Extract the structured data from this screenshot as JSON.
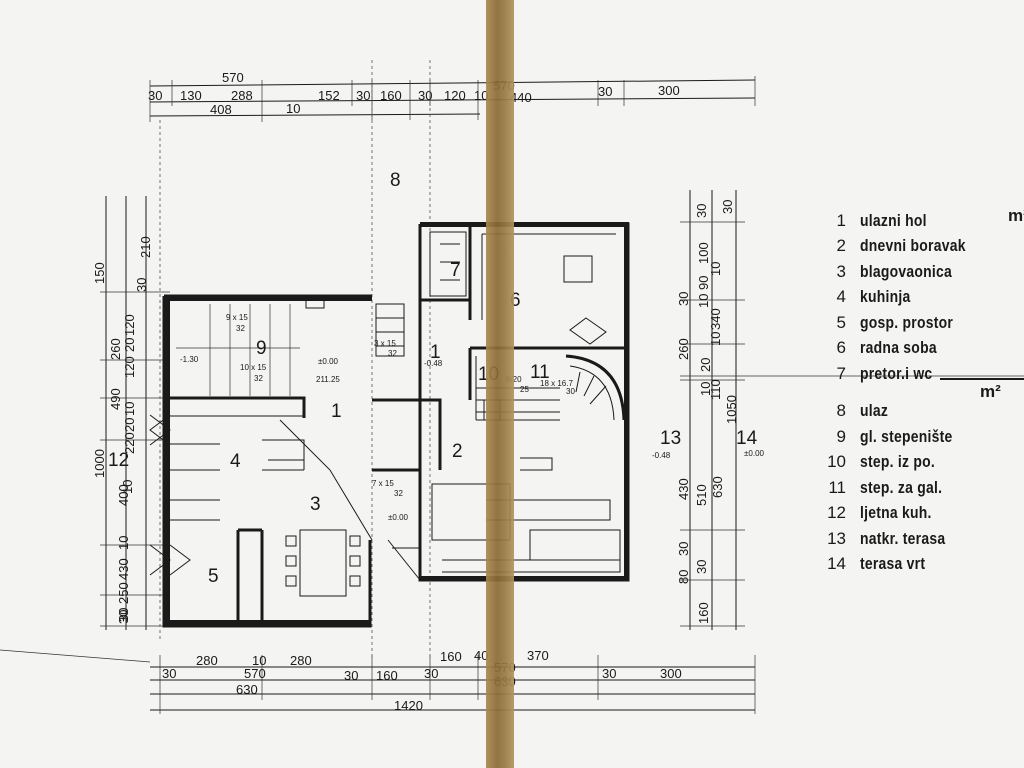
{
  "dimensions": {
    "top_row1": [
      "570",
      "570"
    ],
    "top_row2": [
      "30",
      "130",
      "288",
      "152",
      "30",
      "160",
      "30",
      "120",
      "10",
      "440",
      "30",
      "300"
    ],
    "top_row3": [
      "408",
      "10"
    ],
    "left_outer": [
      "150",
      "210",
      "1000",
      "400",
      "430",
      "250",
      "30"
    ],
    "left_inner": [
      "30",
      "120",
      "20",
      "120",
      "260",
      "490",
      "10",
      "20",
      "220",
      "10",
      "10",
      "30"
    ],
    "right_inner": [
      "30",
      "100",
      "90",
      "10",
      "30",
      "260",
      "20",
      "10",
      "430",
      "30",
      "80",
      "160"
    ],
    "right_outer": [
      "30",
      "10",
      "340",
      "10",
      "1050",
      "110",
      "630",
      "510",
      "30"
    ],
    "bottom_row1": [
      "280",
      "10",
      "280",
      "160",
      "40",
      "370"
    ],
    "bottom_row2": [
      "30",
      "570",
      "30",
      "160",
      "30",
      "570",
      "30",
      "300"
    ],
    "bottom_row3": [
      "630",
      "630"
    ],
    "bottom_row4": [
      "1420"
    ]
  },
  "rooms": [
    "1",
    "1",
    "2",
    "3",
    "4",
    "5",
    "6",
    "7",
    "8",
    "9",
    "10",
    "11",
    "12",
    "13",
    "14"
  ],
  "annotations": {
    "stair_main": "9 x 15",
    "stair_main_b": "32",
    "stair_main2": "10 x 15",
    "stair_main2_b": "32",
    "level_a": "-1.30",
    "level_b": "±0.00",
    "level_c": "211.25",
    "stair_b": "3 x 15",
    "stair_b2": "32",
    "level_d": "-0.48",
    "stair_c": "7 x 15",
    "stair_c2": "32",
    "level_e": "±0.00",
    "level_f": "-0.48",
    "level_g": "±0.00",
    "stair_d": "6/20",
    "stair_d2": "25",
    "stair_e": "18 x 16.7",
    "stair_e2": "30"
  },
  "legend": {
    "unit": "m²",
    "items": [
      {
        "num": "1",
        "label": "ulazni hol"
      },
      {
        "num": "2",
        "label": "dnevni boravak"
      },
      {
        "num": "3",
        "label": "blagovaonica"
      },
      {
        "num": "4",
        "label": "kuhinja"
      },
      {
        "num": "5",
        "label": "gosp. prostor"
      },
      {
        "num": "6",
        "label": "radna soba"
      },
      {
        "num": "7",
        "label": "pretor.i wc"
      }
    ],
    "items2": [
      {
        "num": "8",
        "label": "ulaz"
      },
      {
        "num": "9",
        "label": "gl. stepenište"
      },
      {
        "num": "10",
        "label": "step. iz po."
      },
      {
        "num": "11",
        "label": "step. za gal."
      },
      {
        "num": "12",
        "label": "ljetna kuh."
      },
      {
        "num": "13",
        "label": "natkr. terasa"
      },
      {
        "num": "14",
        "label": "terasa vrt"
      }
    ]
  }
}
